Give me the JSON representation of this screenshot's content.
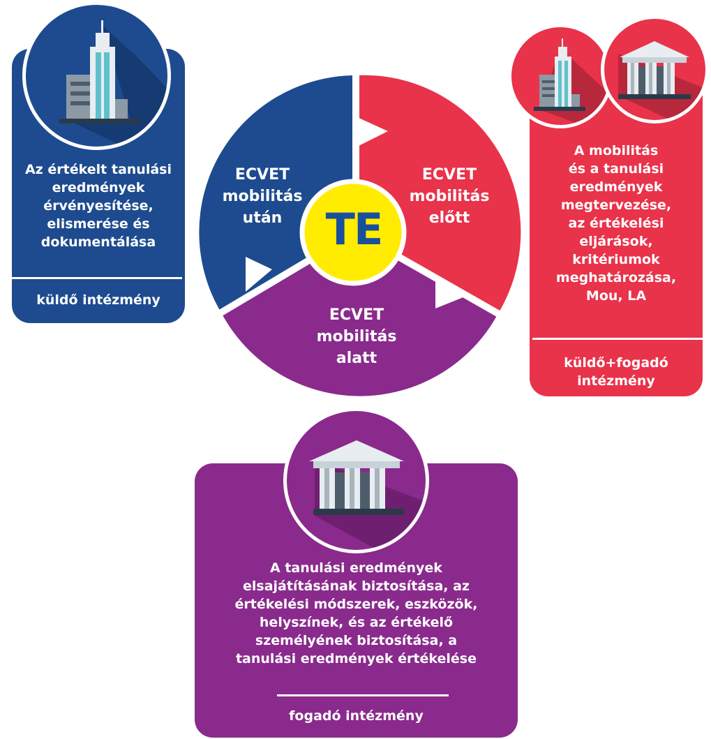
{
  "center": {
    "label": "TE"
  },
  "cycle": {
    "after": {
      "line1": "ECVET",
      "line2": "mobilitás",
      "line3": "után"
    },
    "before": {
      "line1": "ECVET",
      "line2": "mobilitás",
      "line3": "előtt"
    },
    "during": {
      "line1": "ECVET",
      "line2": "mobilitás",
      "line3": "alatt"
    }
  },
  "cards": {
    "left": {
      "lines": [
        "Az értékelt tanulási",
        "eredmények",
        "érvényesítése,",
        "elismerése és",
        "dokumentálása"
      ],
      "footer": [
        "küldő intézmény"
      ]
    },
    "right": {
      "lines": [
        "A mobilitás",
        "és a tanulási",
        "eredmények",
        "megtervezése,",
        "az értékelési",
        "eljárások,",
        "kritériumok",
        "meghatározása,",
        "Mou, LA"
      ],
      "footer": [
        "küldő+fogadó",
        "intézmény"
      ]
    },
    "bottom": {
      "lines": [
        "A tanulási eredmények",
        "elsajátításának biztosítása, az",
        "értékelési módszerek, eszközök,",
        "helyszínek, és az értékelő",
        "személyének biztosítása, a",
        "tanulási eredmények értékelése"
      ],
      "footer": [
        "fogadó intézmény"
      ]
    }
  },
  "icons": {
    "left_badge": "office-building-icon",
    "right_badge_1": "office-building-icon",
    "right_badge_2": "institution-building-icon",
    "bottom_badge": "institution-building-icon"
  },
  "colors": {
    "blue": "#1e4b8f",
    "red": "#e8334a",
    "purple": "#8a2a8c",
    "yellow": "#ffec00",
    "center_text": "#1a4f9c"
  }
}
